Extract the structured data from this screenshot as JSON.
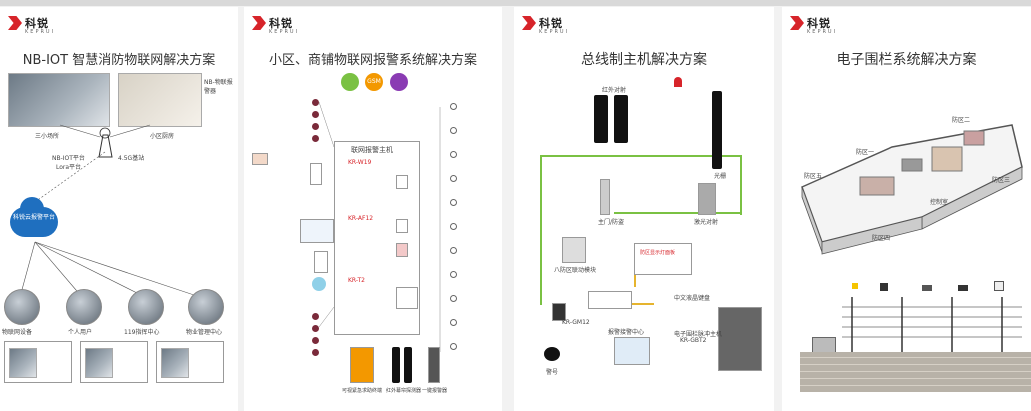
{
  "brand": {
    "zh": "科锐",
    "en": "KEPRUI"
  },
  "panel1": {
    "title": "NB-IOT 智慧消防物联网解决方案",
    "right_label": "NB-物联报警器",
    "photo1_label": "三小场所",
    "photo2_label": "小区厨房",
    "net_label_left": "NB-IOT平台",
    "net_label_left2": "Lora平台",
    "net_label_right": "4.5G基站",
    "cloud_label": "科锐云报警平台",
    "users": [
      "物联网设备",
      "个人用户",
      "119指挥中心",
      "物业管理中心"
    ]
  },
  "panel2": {
    "title": "小区、商铺物联网报警系统解决方案",
    "gsm_label": "GSM",
    "host_label": "联网报警主机",
    "models": [
      "KR-W19",
      "KR-AF12",
      "KR-T2"
    ],
    "bottom_labels": [
      "可视紧急求助终端",
      "红外幕帘探测器",
      "一键报警器"
    ]
  },
  "panel3": {
    "title": "总线制主机解决方案",
    "labels": [
      "红外对射",
      "光栅",
      "主门/防盗",
      "激光对射",
      "八防区联动模块",
      "防区显示灯面板",
      "中文液晶键盘",
      "KR-GM12",
      "报警接警中心",
      "电子围栏脉冲主机",
      "KR-GBT2",
      "警号"
    ]
  },
  "panel4": {
    "title": "电子围栏系统解决方案",
    "labels": [
      "防区一",
      "防区二",
      "防区三",
      "防区四",
      "控制室",
      "防区五"
    ]
  }
}
